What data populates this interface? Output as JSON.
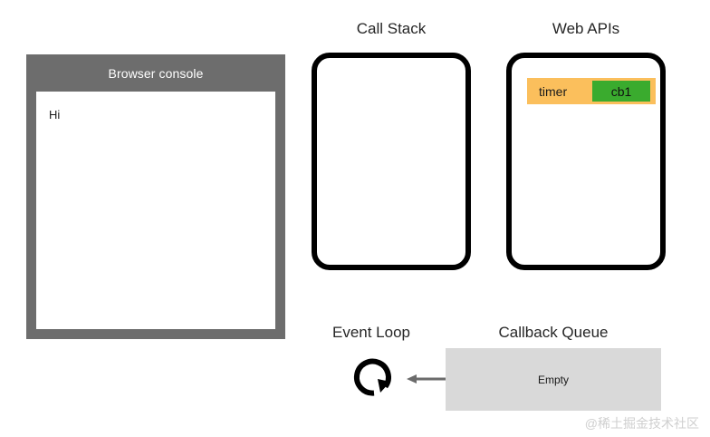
{
  "diagram": {
    "title_bar": {
      "console_title": "Browser console",
      "console_output": "Hi"
    },
    "panels": [
      {
        "name": "call-stack",
        "heading": "Call Stack",
        "contents": []
      },
      {
        "name": "web-apis",
        "heading": "Web APIs",
        "contents": [
          "timer"
        ]
      }
    ],
    "headings": {
      "call_stack": "Call Stack",
      "web_apis": "Web APIs",
      "event_loop": "Event Loop",
      "callback_queue": "Callback Queue"
    },
    "web_api_task": {
      "label": "timer",
      "callback_label": "cb1"
    },
    "callback_queue": {
      "status": "Empty"
    },
    "icons": {
      "event_loop": "circular-arrow-icon",
      "queue_to_loop": "arrow-left-icon"
    },
    "colors": {
      "console_frame": "#6d6d6d",
      "console_screen": "#ffffff",
      "box_border": "#000000",
      "timer_bg": "#fbbf5c",
      "callback_bg": "#3aab2e",
      "queue_bg": "#d9d9d9",
      "heading_text": "#262626",
      "watermark": "#cfcfcf"
    },
    "watermark": "@稀土掘金技术社区"
  }
}
